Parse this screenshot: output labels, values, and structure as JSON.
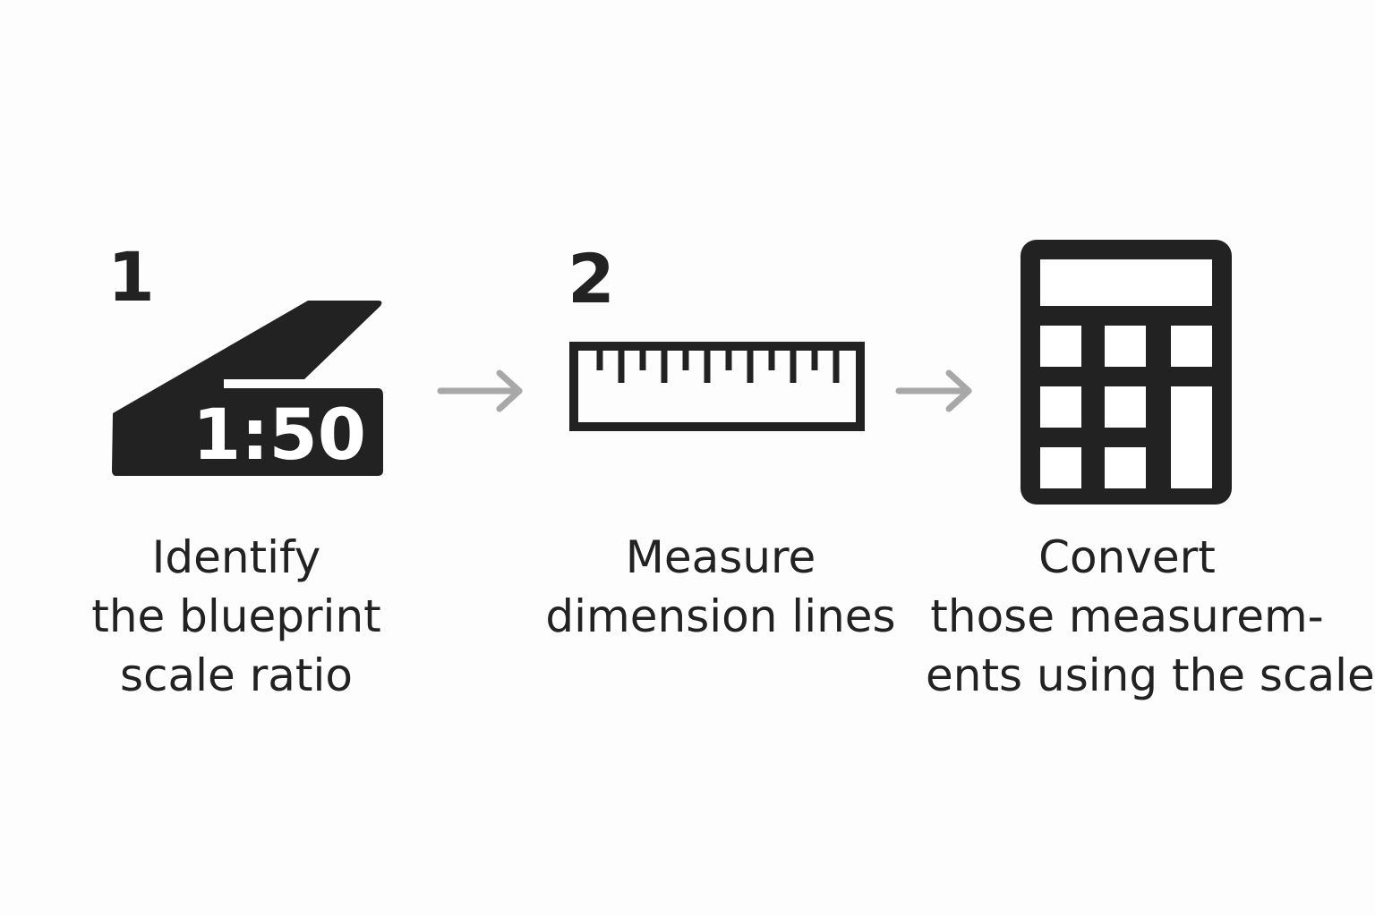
{
  "steps": [
    {
      "number": "1",
      "icon": "scale-ratio-icon",
      "icon_text": "1:50",
      "label_lines": [
        "Identify",
        "the blueprint",
        "scale ratio"
      ]
    },
    {
      "number": "2",
      "icon": "ruler-icon",
      "label_lines": [
        "Measure",
        "dimension lines"
      ]
    },
    {
      "number": "",
      "icon": "calculator-icon",
      "label_lines": [
        "Convert",
        "those measurem-",
        "ents using the scale"
      ]
    }
  ],
  "arrows": [
    {
      "from": 1,
      "to": 2,
      "icon": "arrow-right-icon"
    },
    {
      "from": 2,
      "to": 3,
      "icon": "arrow-right-icon"
    }
  ],
  "colors": {
    "background": "#fdfdfd",
    "icon": "#222222",
    "text": "#222222",
    "arrow": "#a8a8a8"
  }
}
